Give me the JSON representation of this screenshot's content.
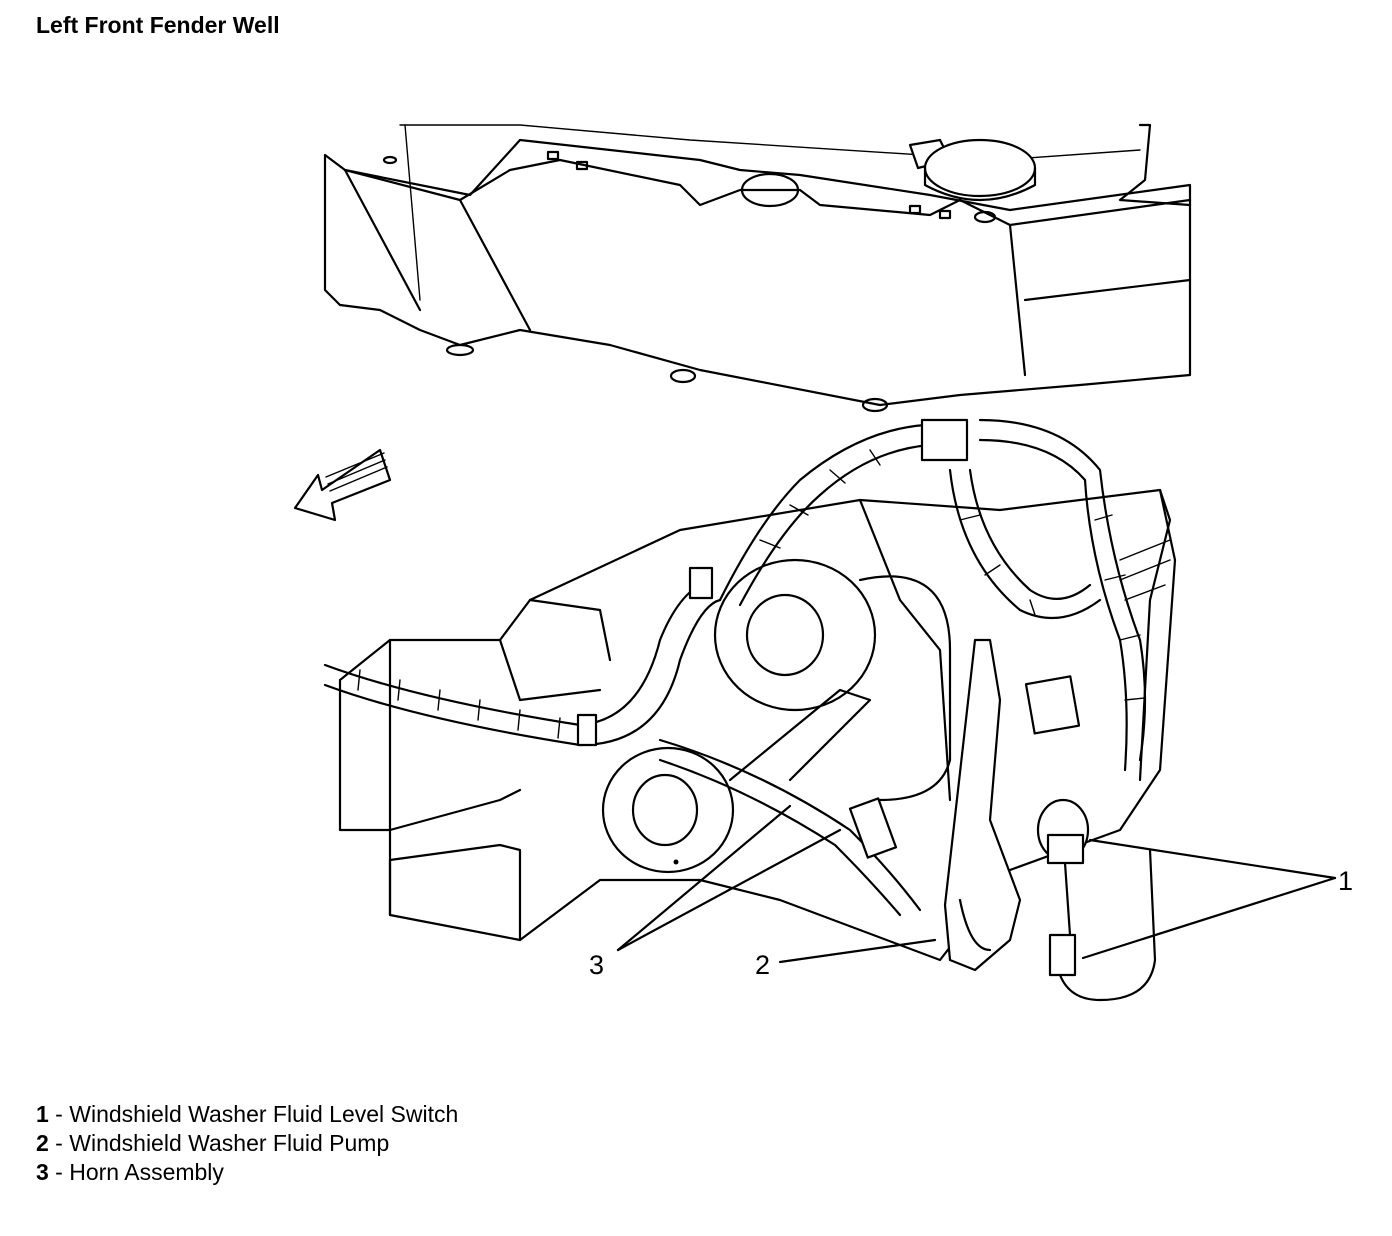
{
  "title": "Left Front Fender Well",
  "callouts": {
    "c1": "1",
    "c2": "2",
    "c3": "3"
  },
  "legend": [
    {
      "num": "1",
      "sep": " - ",
      "text": "Windshield Washer Fluid Level Switch"
    },
    {
      "num": "2",
      "sep": " - ",
      "text": "Windshield Washer Fluid Pump"
    },
    {
      "num": "3",
      "sep": " - ",
      "text": "Horn Assembly"
    }
  ],
  "icons": [
    "front-direction-arrow-icon"
  ]
}
